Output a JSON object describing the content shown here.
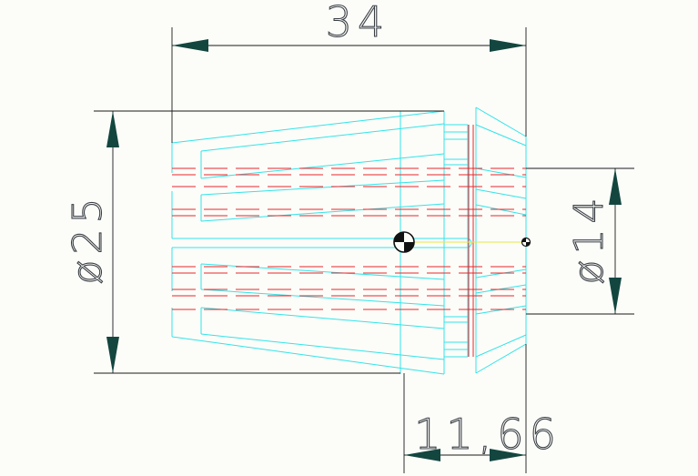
{
  "drawing": {
    "background": "#fcfdf9",
    "colors": {
      "outline": "#33e3e9",
      "hidden": "#e8272a",
      "dimension": "#1a1a1a",
      "arrow": "#13463f",
      "centerline": "#e8e840",
      "dimension_text": "#3a3f45"
    },
    "dimensions": {
      "overall_length": "34",
      "outer_diameter": "ø25",
      "bore_diameter": "ø14",
      "front_length": "11,66"
    },
    "markers": [
      "center-of-gravity-icon",
      "point-marker-icon"
    ]
  }
}
